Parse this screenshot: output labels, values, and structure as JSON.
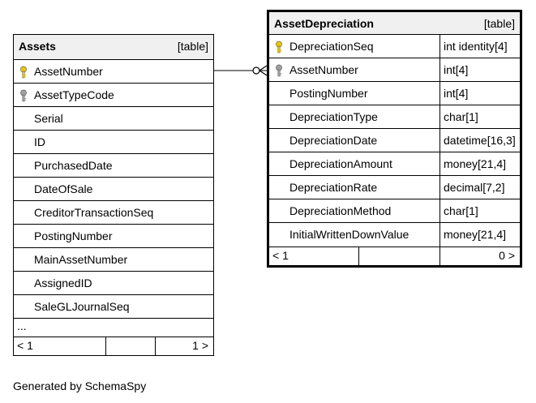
{
  "assets": {
    "name": "Assets",
    "kind": "[table]",
    "columns": [
      {
        "name": "AssetNumber",
        "key": "primary"
      },
      {
        "name": "AssetTypeCode",
        "key": "foreign"
      },
      {
        "name": "Serial",
        "key": ""
      },
      {
        "name": "ID",
        "key": ""
      },
      {
        "name": "PurchasedDate",
        "key": ""
      },
      {
        "name": "DateOfSale",
        "key": ""
      },
      {
        "name": "CreditorTransactionSeq",
        "key": ""
      },
      {
        "name": "PostingNumber",
        "key": ""
      },
      {
        "name": "MainAssetNumber",
        "key": ""
      },
      {
        "name": "AssignedID",
        "key": ""
      },
      {
        "name": "SaleGLJournalSeq",
        "key": ""
      }
    ],
    "ellipsis": "...",
    "footer": {
      "parents": "< 1",
      "children": "1 >"
    }
  },
  "depreciation": {
    "name": "AssetDepreciation",
    "kind": "[table]",
    "columns": [
      {
        "name": "DepreciationSeq",
        "type": "int identity[4]",
        "key": "primary"
      },
      {
        "name": "AssetNumber",
        "type": "int[4]",
        "key": "foreign"
      },
      {
        "name": "PostingNumber",
        "type": "int[4]",
        "key": ""
      },
      {
        "name": "DepreciationType",
        "type": "char[1]",
        "key": ""
      },
      {
        "name": "DepreciationDate",
        "type": "datetime[16,3]",
        "key": ""
      },
      {
        "name": "DepreciationAmount",
        "type": "money[21,4]",
        "key": ""
      },
      {
        "name": "DepreciationRate",
        "type": "decimal[7,2]",
        "key": ""
      },
      {
        "name": "DepreciationMethod",
        "type": "char[1]",
        "key": ""
      },
      {
        "name": "InitialWrittenDownValue",
        "type": "money[21,4]",
        "key": ""
      }
    ],
    "footer": {
      "parents": "< 1",
      "children": "0 >"
    }
  },
  "colors": {
    "primary_key": "#e8c800",
    "foreign_key": "#a0a0a0",
    "header_bg": "#f0f0f0"
  },
  "generated_by": "Generated by SchemaSpy"
}
